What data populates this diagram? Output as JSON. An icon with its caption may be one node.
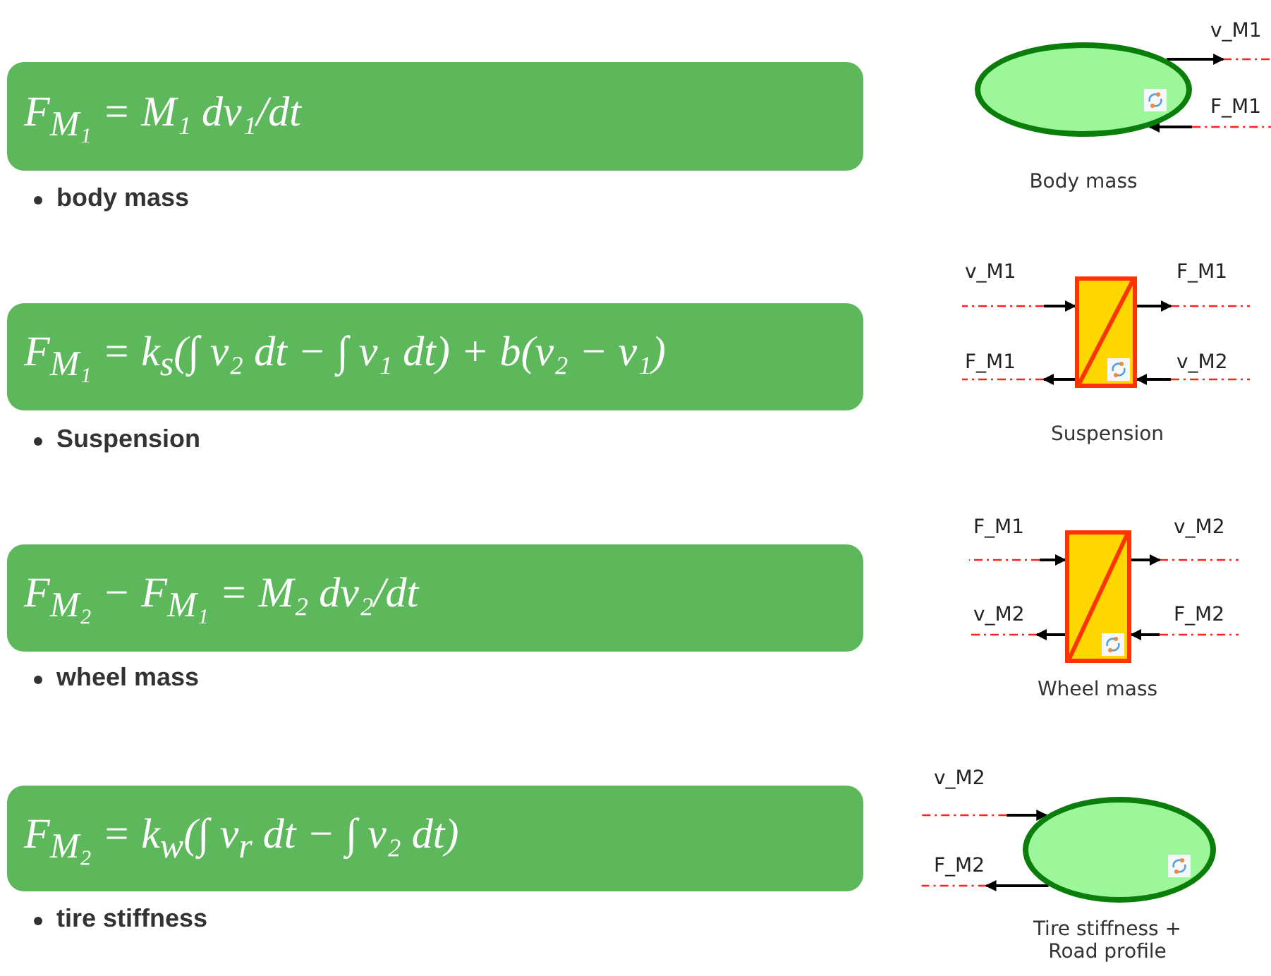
{
  "diagram": {
    "nodes": [
      {
        "text": [
          "F$_{M₁}$ = M₁ dv₁/dt"
        ],
        "beside": [
          "body mass"
        ]
      },
      {
        "text": [
          "F$_{M₁}$ = k$_{s}$(∫ v₂ dt − ∫ v₁ dt) + b(v₂ − v₁)"
        ],
        "beside": [
          "Suspension"
        ]
      },
      {
        "text": [
          "F$_{M₂}$ − F$_{M₁}$ = M₂ dv₂/dt"
        ],
        "beside": [
          "wheel mass"
        ]
      },
      {
        "text": [
          "F$_{M₂}$ = k$_{w}$(∫ v$_{r}$ dt − ∫ v₂ dt)"
        ],
        "beside": [
          "tire stiffness"
        ]
      },
      {
        "text": [],
        "shape": "ellipse",
        "beside": [
          "Body mass"
        ]
      },
      {
        "text": [],
        "shape": "box",
        "beside": [
          "Suspension"
        ]
      },
      {
        "text": [],
        "shape": "box",
        "beside": [
          "Wheel mass"
        ]
      },
      {
        "text": [],
        "shape": "ellipse",
        "beside": [
          "Tire stiffness + Road profile"
        ]
      }
    ],
    "edges": [
      {
        "from": 4,
        "to": null,
        "arrow": "to",
        "label": "v_M1"
      },
      {
        "from": null,
        "to": 4,
        "arrow": "to",
        "label": "F_M1"
      },
      {
        "from": null,
        "to": 5,
        "arrow": "to",
        "label": "v_M1"
      },
      {
        "from": 5,
        "to": null,
        "arrow": "to",
        "label": "F_M1"
      },
      {
        "from": 5,
        "to": null,
        "arrow": "to",
        "label": "F_M1"
      },
      {
        "from": null,
        "to": 5,
        "arrow": "to",
        "label": "v_M2"
      },
      {
        "from": null,
        "to": 6,
        "arrow": "to",
        "label": "F_M1"
      },
      {
        "from": 6,
        "to": null,
        "arrow": "to",
        "label": "v_M2"
      },
      {
        "from": 6,
        "to": null,
        "arrow": "to",
        "label": "v_M2"
      },
      {
        "from": null,
        "to": 6,
        "arrow": "to",
        "label": "F_M2"
      },
      {
        "from": null,
        "to": 7,
        "arrow": "to",
        "label": "v_M2"
      },
      {
        "from": 7,
        "to": null,
        "arrow": "to",
        "label": "F_M2"
      }
    ]
  }
}
